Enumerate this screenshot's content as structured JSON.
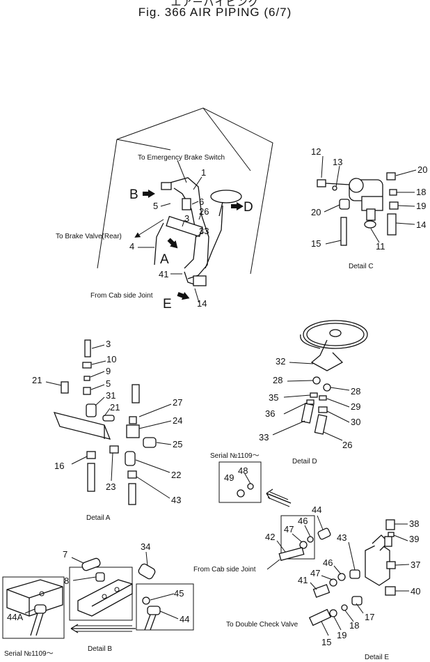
{
  "header": {
    "japanese_title": "エアーパイピング",
    "figure_title": "Fig. 366   AIR PIPING (6/7)"
  },
  "overview": {
    "to_emergency": "To Emergency Brake Switch",
    "to_brake_valve": "To Brake Valve(Rear)",
    "from_cab": "From Cab side Joint",
    "view_B": "B",
    "view_D": "D",
    "view_A": "A",
    "view_E": "E",
    "n1": "1",
    "n6": "6",
    "n5": "5",
    "n26": "26",
    "n3": "3",
    "n33": "33",
    "n4": "4",
    "n41": "41",
    "n14": "14"
  },
  "detail_c": {
    "caption": "Detail C",
    "n12": "12",
    "n13": "13",
    "n20a": "20",
    "n18": "18",
    "n20b": "20",
    "n19": "19",
    "n14": "14",
    "n15": "15",
    "n11": "11"
  },
  "detail_a": {
    "caption": "Detail A",
    "n3": "3",
    "n10": "10",
    "n9": "9",
    "n5": "5",
    "n21a": "21",
    "n31": "31",
    "n21b": "21",
    "n27": "27",
    "n24": "24",
    "n25": "25",
    "n16": "16",
    "n23": "23",
    "n22": "22",
    "n43": "43"
  },
  "detail_d": {
    "caption": "Detail D",
    "n32": "32",
    "n28a": "28",
    "n28b": "28",
    "n35": "35",
    "n29": "29",
    "n36": "36",
    "n30": "30",
    "n33": "33",
    "n26": "26"
  },
  "serial_box_top": {
    "label": "Serial №1109～",
    "n48": "48",
    "n49": "49"
  },
  "detail_e": {
    "caption": "Detail E",
    "from_cab": "From Cab side Joint",
    "to_double": "To Double Check Valve",
    "n44": "44",
    "n46a": "46",
    "n47a": "47",
    "n42": "42",
    "n38": "38",
    "n39": "39",
    "n43": "43",
    "n37": "37",
    "n46b": "46",
    "n47b": "47",
    "n41": "41",
    "n40": "40",
    "n17": "17",
    "n18": "18",
    "n19": "19",
    "n15": "15"
  },
  "detail_b": {
    "caption": "Detail B",
    "serial_label": "Serial №1109～",
    "n7": "7",
    "n8": "8",
    "n34": "34",
    "n45": "45",
    "n44": "44",
    "n44A": "44A"
  }
}
